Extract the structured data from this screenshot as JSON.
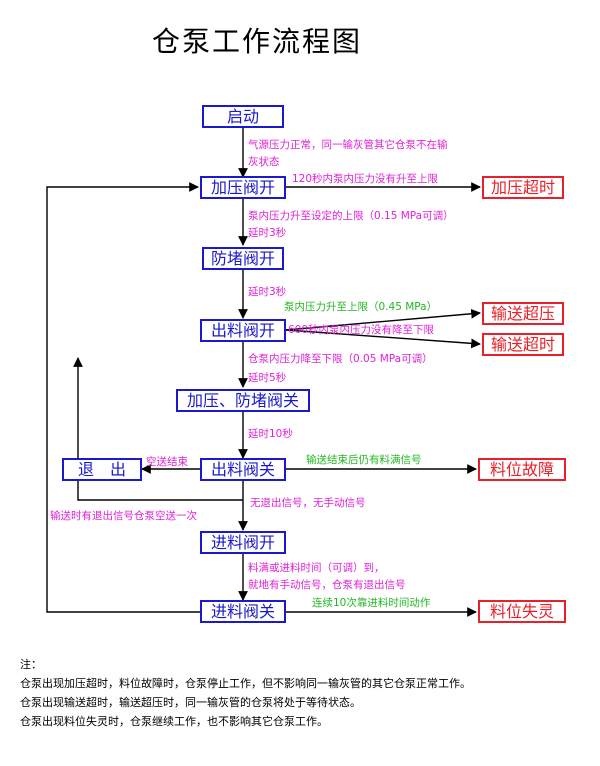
{
  "title": "仓泵工作流程图",
  "nodes": {
    "start": "启动",
    "pressurize_open": "加压阀开",
    "anti_block_open": "防堵阀开",
    "discharge_open": "出料阀开",
    "press_block_close": "加压、防堵阀关",
    "discharge_close": "出料阀关",
    "exit": "退　出",
    "feed_open": "进料阀开",
    "feed_close": "进料阀关"
  },
  "alarms": {
    "pressurize_timeout": "加压超时",
    "convey_overpressure": "输送超压",
    "convey_timeout": "输送超时",
    "level_fault": "料位故障",
    "level_failure": "料位失灵"
  },
  "labels": {
    "cond_start_1": "气源压力正常，同一输灰管其它仓泵不在输",
    "cond_start_2": "灰状态",
    "pressure_no_rise": "120秒内泵内压力没有升至上限",
    "pressure_upper_1": "泵内压力升至设定的上限（0.15 MPa可调）",
    "pressure_upper_2": "延时3秒",
    "delay_3s": "延时3秒",
    "pressure_above_limit": "泵内压力升至上限（0.45 MPa）",
    "pressure_no_drop": "600秒内泵内压力没有降至下限",
    "pressure_lower": "仓泵内压力降至下限（0.05 MPa可调）",
    "delay_5s": "延时5秒",
    "delay_10s": "延时10秒",
    "convey_end": "空送结束",
    "level_signal": "输送结束后仍有料满信号",
    "no_exit_signal": "无退出信号，无手动信号",
    "exit_during_convey": "输送时有退出信号仓泵空送一次",
    "feed_full_1": "料满或进料时间（可调）到，",
    "feed_full_2": "就地有手动信号，仓泵有退出信号",
    "feed_10_times": "连续10次靠进料时间动作"
  },
  "notes": {
    "heading": "注：",
    "line1": "仓泵出现加压超时，料位故障时，仓泵停止工作，但不影响同一输灰管的其它仓泵正常工作。",
    "line2": "仓泵出现输送超时，输送超压时，同一输灰管的仓泵将处于等待状态。",
    "line3": "仓泵出现料位失灵时，仓泵继续工作，也不影响其它仓泵工作。"
  },
  "colors": {
    "box": "#1a1acc",
    "alarm": "#e8202a",
    "magenta_text": "#e020d8",
    "green_text": "#22b822"
  }
}
